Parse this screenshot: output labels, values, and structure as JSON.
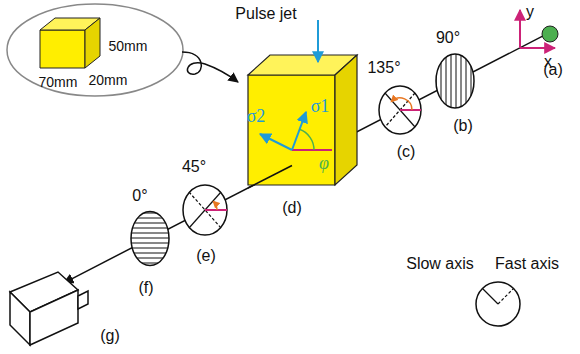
{
  "diagram": {
    "labels": [
      "50mm",
      "70mm",
      "20mm",
      "Pulse jet",
      "90°",
      "135°",
      "45°",
      "0°",
      "σ2",
      "σ1",
      "φ",
      "(a)",
      "(b)",
      "(c)",
      "(d)",
      "(e)",
      "(f)",
      "(g)",
      "y",
      "x",
      "Slow axis",
      "Fast axis"
    ]
  }
}
